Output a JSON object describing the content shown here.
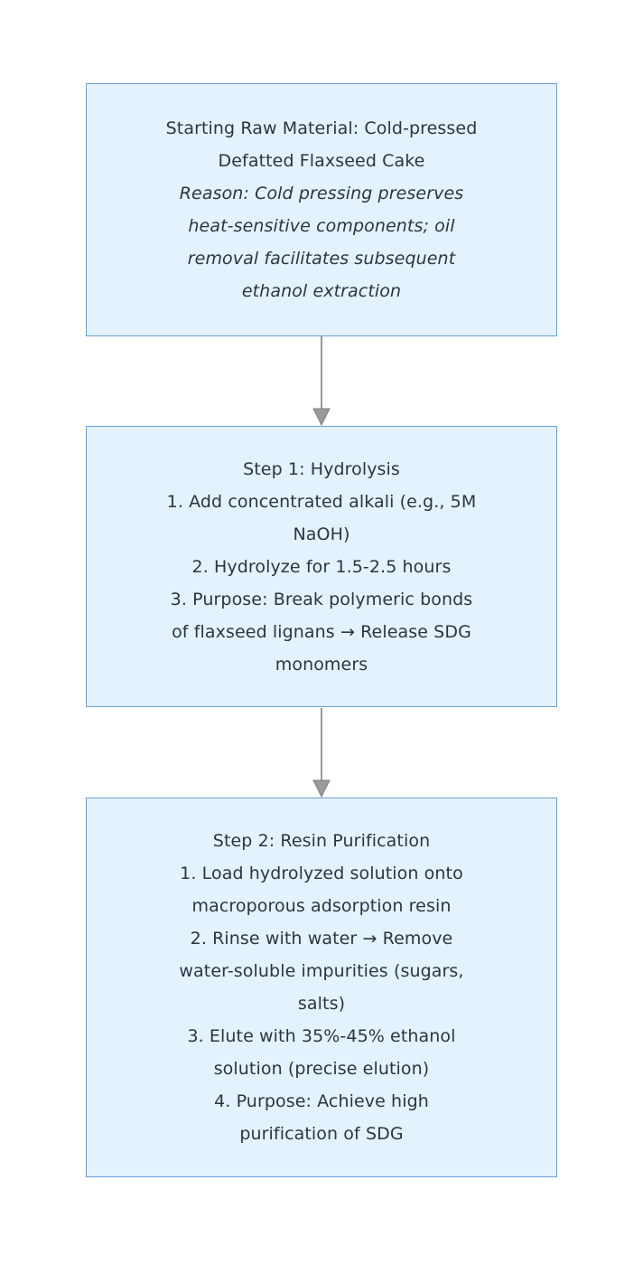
{
  "diagram": {
    "type": "flowchart",
    "orientation": "top-to-bottom",
    "background_color": "#ffffff",
    "node_fill_color": "#e3f2fd",
    "node_border_color": "#6c9fd4",
    "text_color": "#2a3642",
    "edge_color": "#999a9c",
    "nodes": [
      {
        "id": "raw-material",
        "lines": [
          {
            "text": "Starting Raw Material: Cold-pressed",
            "style": "normal"
          },
          {
            "text": "Defatted Flaxseed Cake",
            "style": "normal"
          },
          {
            "text": "Reason: Cold pressing preserves",
            "style": "italic"
          },
          {
            "text": "heat-sensitive components; oil",
            "style": "italic"
          },
          {
            "text": "removal facilitates subsequent",
            "style": "italic"
          },
          {
            "text": "ethanol extraction",
            "style": "italic"
          }
        ]
      },
      {
        "id": "step-1",
        "lines": [
          {
            "text": "Step 1: Hydrolysis",
            "style": "normal"
          },
          {
            "text": "1. Add concentrated alkali (e.g., 5M",
            "style": "normal"
          },
          {
            "text": "NaOH)",
            "style": "normal"
          },
          {
            "text": "2. Hydrolyze for 1.5-2.5 hours",
            "style": "normal"
          },
          {
            "text": "3. Purpose: Break polymeric bonds",
            "style": "normal"
          },
          {
            "text": "of flaxseed lignans → Release SDG",
            "style": "normal"
          },
          {
            "text": "monomers",
            "style": "normal"
          }
        ]
      },
      {
        "id": "step-2",
        "lines": [
          {
            "text": "Step 2: Resin Purification",
            "style": "normal"
          },
          {
            "text": "1. Load hydrolyzed solution onto",
            "style": "normal"
          },
          {
            "text": "macroporous adsorption resin",
            "style": "normal"
          },
          {
            "text": "2. Rinse with water → Remove",
            "style": "normal"
          },
          {
            "text": "water-soluble impurities (sugars,",
            "style": "normal"
          },
          {
            "text": "salts)",
            "style": "normal"
          },
          {
            "text": "3. Elute with 35%-45% ethanol",
            "style": "normal"
          },
          {
            "text": "solution (precise elution)",
            "style": "normal"
          },
          {
            "text": "4. Purpose: Achieve high",
            "style": "normal"
          },
          {
            "text": "purification of SDG",
            "style": "normal"
          }
        ]
      }
    ],
    "edges": [
      {
        "id": "edge-raw-material-to-step-1",
        "from": "raw-material",
        "to": "step-1",
        "label": "",
        "arrowhead": "triangle-filled"
      },
      {
        "id": "edge-step-1-to-step-2",
        "from": "step-1",
        "to": "step-2",
        "label": "",
        "arrowhead": "triangle-filled"
      }
    ]
  }
}
